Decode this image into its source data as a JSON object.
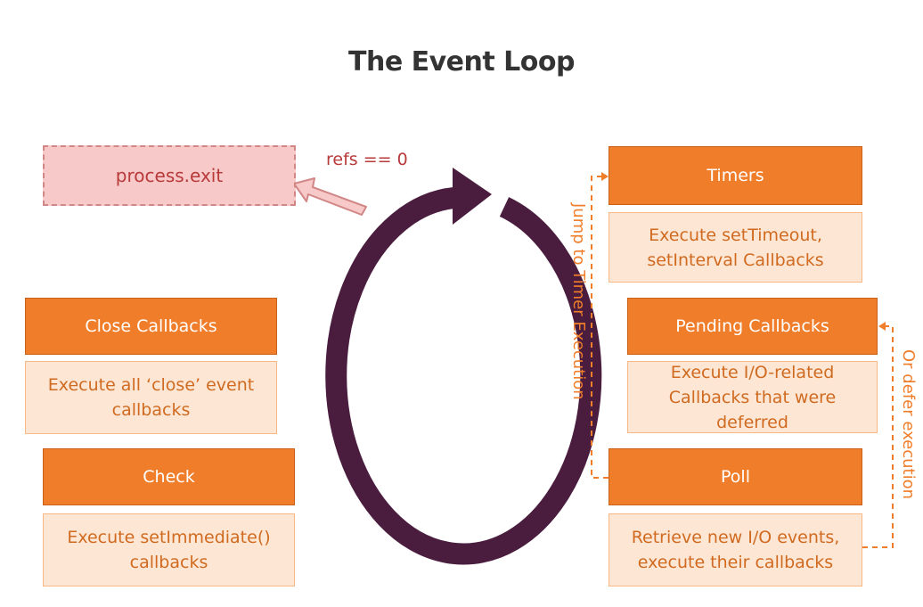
{
  "title": "The Event Loop",
  "exit": {
    "label": "process.exit",
    "condition": "refs == 0"
  },
  "phases": {
    "timers": {
      "label": "Timers",
      "description": "Execute setTimeout, setInterval Callbacks"
    },
    "pending": {
      "label": "Pending Callbacks",
      "description": "Execute I/O-related Callbacks that were deferred"
    },
    "poll": {
      "label": "Poll",
      "description": "Retrieve new I/O events, execute their callbacks"
    },
    "check": {
      "label": "Check",
      "description": "Execute setImmediate() callbacks"
    },
    "close": {
      "label": "Close Callbacks",
      "description": "Execute all ‘close’ event callbacks"
    }
  },
  "annotations": {
    "jump": "Jump to Timer Execution",
    "defer": "Or defer execution"
  },
  "colors": {
    "phase_header": "#f07d2a",
    "phase_body": "#fde7d4",
    "loop": "#4a1d3f",
    "exit_fill": "#f7c9c9",
    "exit_text": "#b83a3a",
    "dashed_line": "#f07d2a"
  }
}
